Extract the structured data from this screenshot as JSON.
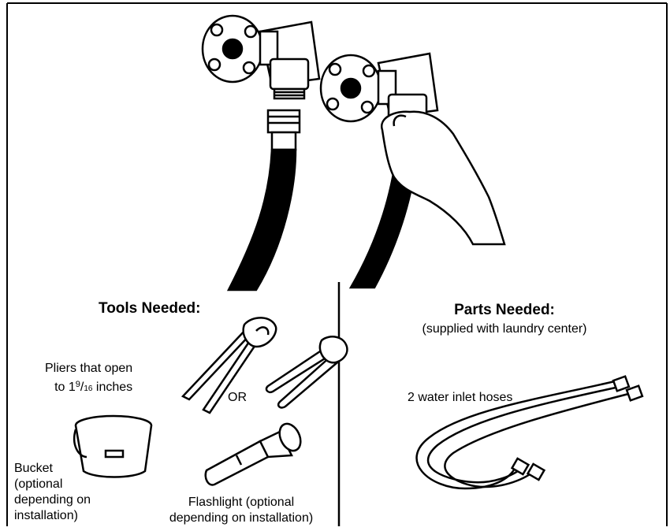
{
  "tools": {
    "heading": "Tools Needed:",
    "pliers_line1": "Pliers that open",
    "pliers_line2_prefix": "to 1",
    "pliers_fraction_num": "9",
    "pliers_fraction_den": "16",
    "pliers_line2_suffix": " inches",
    "or_label": "OR",
    "bucket_line1": "Bucket",
    "bucket_line2": "(optional",
    "bucket_line3": "depending on",
    "bucket_line4": "installation)",
    "flashlight_line1": "Flashlight (optional",
    "flashlight_line2": "depending on installation)"
  },
  "parts": {
    "heading": "Parts Needed:",
    "subheading": "(supplied with laundry center)",
    "hoses_label": "2 water inlet hoses"
  }
}
